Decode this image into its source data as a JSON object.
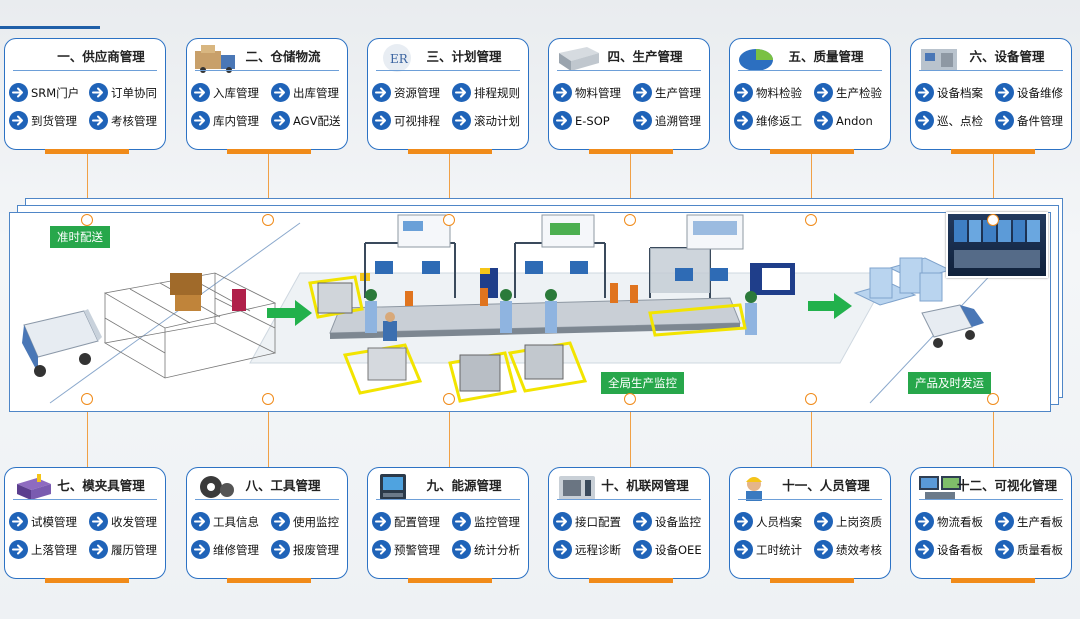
{
  "top_modules": [
    {
      "title": "一、供应商管理",
      "icon": "supplier-icon",
      "items": [
        "SRM门户",
        "订单协同",
        "到货管理",
        "考核管理"
      ]
    },
    {
      "title": "二、仓储物流",
      "icon": "warehouse-truck-icon",
      "items": [
        "入库管理",
        "出库管理",
        "库内管理",
        "AGV配送"
      ]
    },
    {
      "title": "三、计划管理",
      "icon": "plan-word-cloud-icon",
      "items": [
        "资源管理",
        "排程规则",
        "可视排程",
        "滚动计划"
      ]
    },
    {
      "title": "四、生产管理",
      "icon": "machine-icon",
      "items": [
        "物料管理",
        "生产管理",
        "E-SOP",
        "追溯管理"
      ]
    },
    {
      "title": "五、质量管理",
      "icon": "pie-chart-icon",
      "items": [
        "物料检验",
        "生产检验",
        "维修返工",
        "Andon"
      ]
    },
    {
      "title": "六、设备管理",
      "icon": "equipment-icon",
      "items": [
        "设备档案",
        "设备维修",
        "巡、点检",
        "备件管理"
      ]
    }
  ],
  "bottom_modules": [
    {
      "title": "七、模夹具管理",
      "icon": "mold-icon",
      "items": [
        "试模管理",
        "收发管理",
        "上落管理",
        "履历管理"
      ]
    },
    {
      "title": "八、工具管理",
      "icon": "gear-tool-icon",
      "items": [
        "工具信息",
        "使用监控",
        "维修管理",
        "报废管理"
      ]
    },
    {
      "title": "九、能源管理",
      "icon": "energy-meter-icon",
      "items": [
        "配置管理",
        "监控管理",
        "预警管理",
        "统计分析"
      ]
    },
    {
      "title": "十、机联网管理",
      "icon": "cnc-machine-icon",
      "items": [
        "接口配置",
        "设备监控",
        "远程诊断",
        "设备OEE"
      ]
    },
    {
      "title": "十一、人员管理",
      "icon": "worker-icon",
      "items": [
        "人员档案",
        "上岗资质",
        "工时统计",
        "绩效考核"
      ]
    },
    {
      "title": "十二、可视化管理",
      "icon": "monitor-wall-icon",
      "items": [
        "物流看板",
        "生产看板",
        "设备看板",
        "质量看板"
      ]
    }
  ],
  "panel_labels": {
    "jit": "准时配送",
    "monitor": "全局生产监控",
    "ship": "产品及时发运"
  },
  "colors": {
    "accent": "#2c72c4",
    "arrow": "#1f63b8",
    "connector": "#f08b1a",
    "label": "#27a74b"
  }
}
